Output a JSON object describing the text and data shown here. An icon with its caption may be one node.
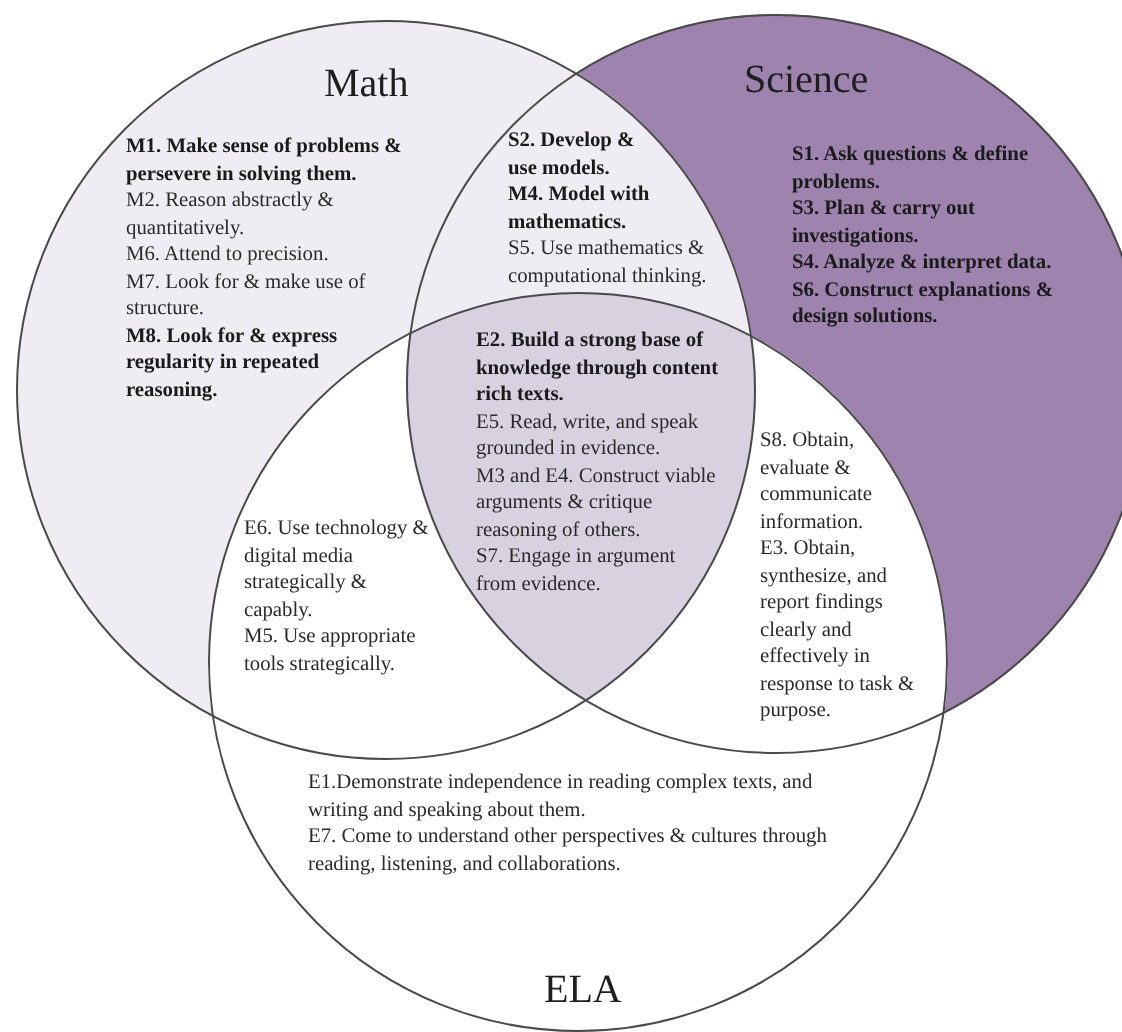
{
  "diagram": {
    "nodes": [
      {
        "text": [
          "Math"
        ]
      },
      {
        "text": [
          "Science"
        ]
      },
      {
        "text": [
          "ELA"
        ]
      }
    ],
    "labels": [
      "M1. Make sense of problems & persevere in solving them.",
      "M2. Reason abstractly & quantitatively.",
      "M6. Attend to precision.",
      "M7. Look for & make use of structure.",
      "M8. Look for & express regularity in repeated reasoning.",
      "S2. Develop & use models.",
      "M4. Model with mathematics.",
      "S5. Use mathematics & computational thinking.",
      "S1. Ask questions & define problems.",
      "S3. Plan & carry out investigations.",
      "S4. Analyze & interpret data.",
      "S6. Construct explanations & design solutions.",
      "E2. Build a strong base of knowledge through content rich texts.",
      "E5. Read, write, and speak grounded in evidence.",
      "M3 and E4. Construct viable arguments & critique reasoning of others.",
      "S7. Engage in argument from evidence.",
      "E6. Use technology & digital media strategically & capably.",
      "M5. Use appropriate tools strategically.",
      "S8. Obtain, evaluate & communicate information.",
      "E3. Obtain, synthesize, and report findings clearly and effectively in response to task & purpose.",
      "E1.Demonstrate independence in reading complex texts, and writing and speaking about them.",
      "E7. Come to understand other perspectives & cultures through reading, listening, and collaborations."
    ]
  }
}
